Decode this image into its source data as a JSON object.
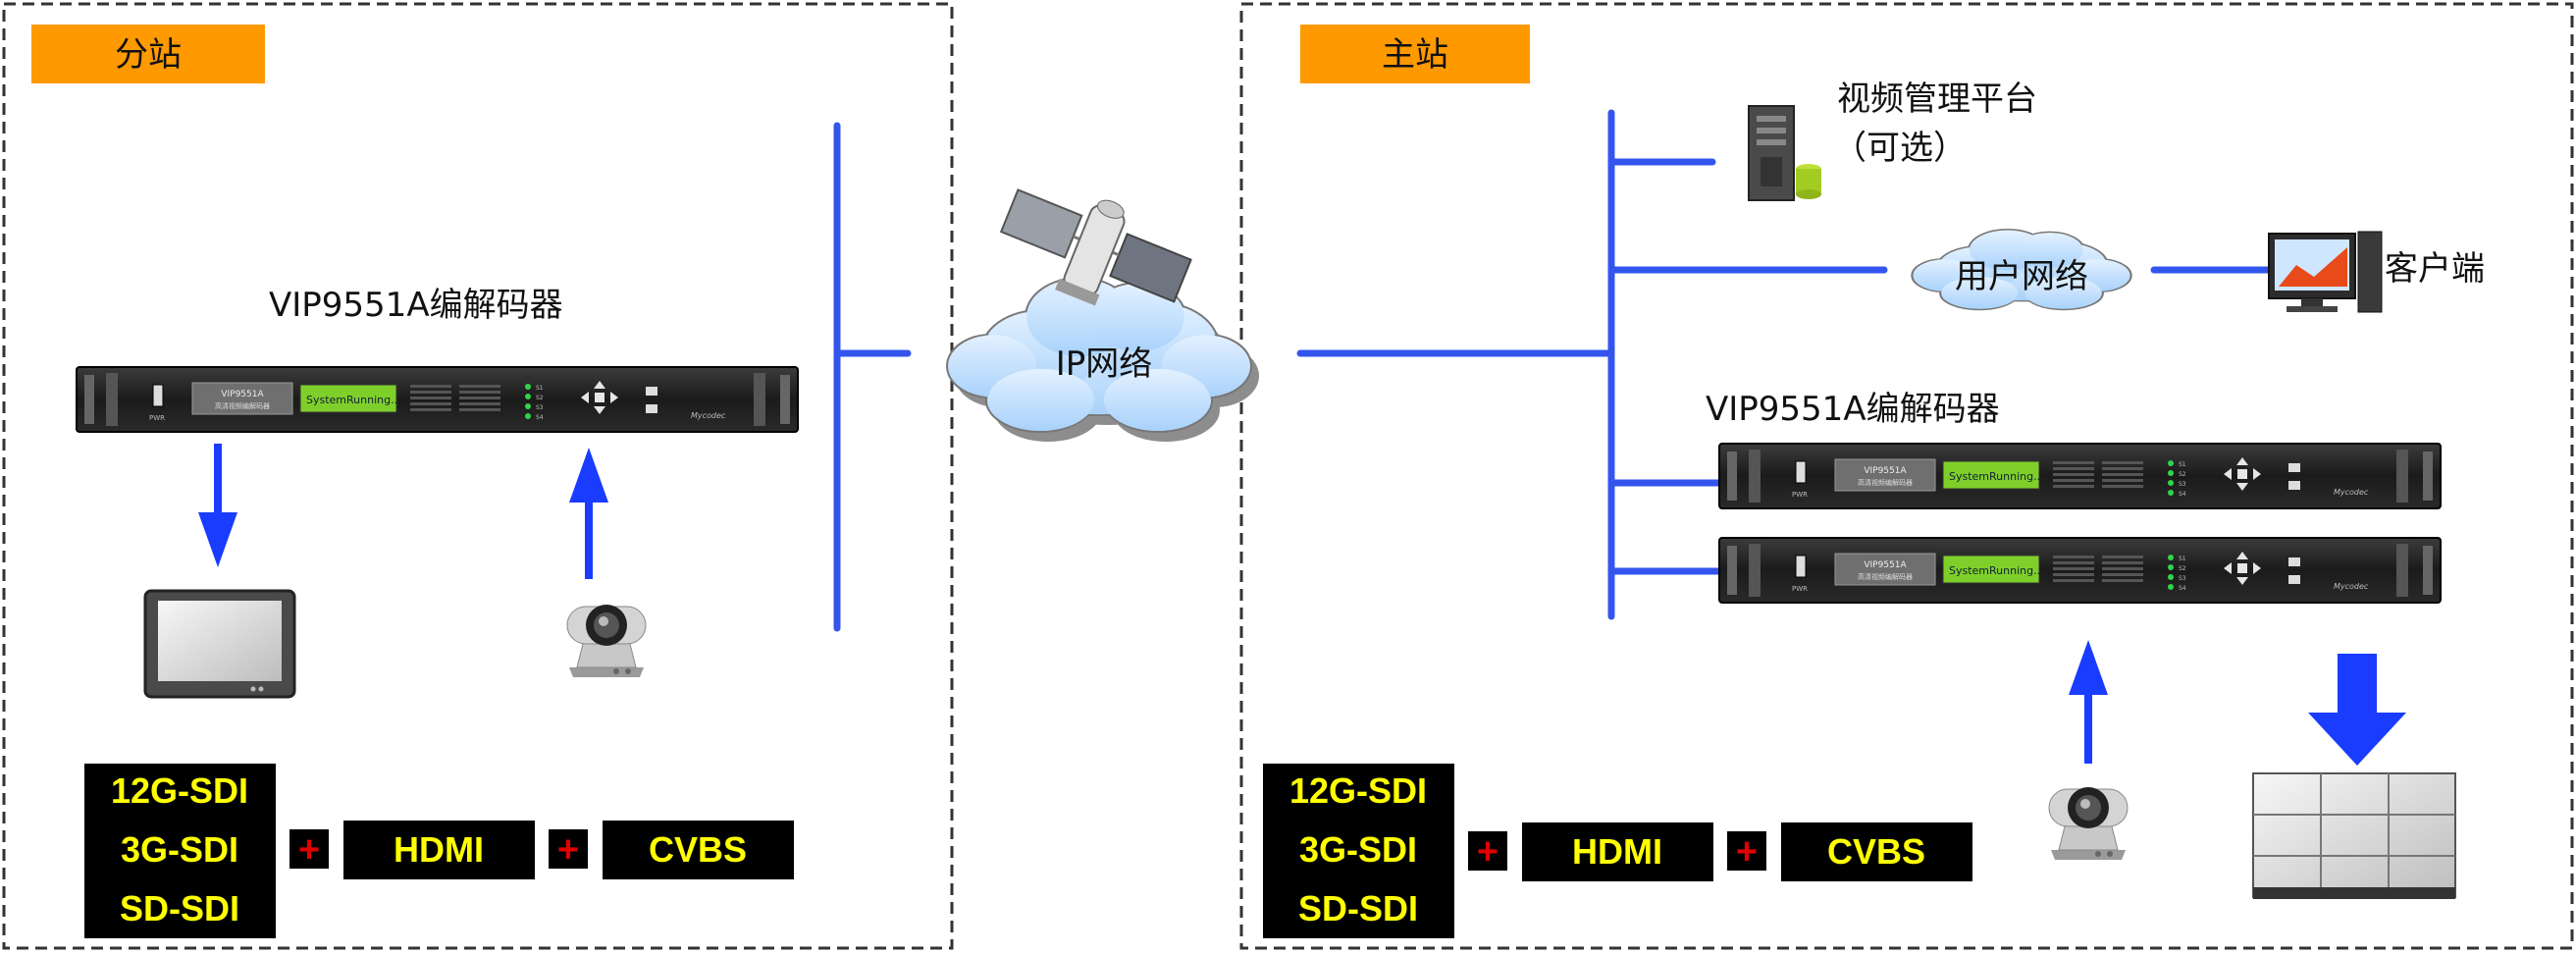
{
  "branch": {
    "station_label": "分站",
    "codec_label": "VIP9551A编解码器"
  },
  "main": {
    "station_label": "主站",
    "codec_label": "VIP9551A编解码器",
    "platform_label_1": "视频管理平台",
    "platform_label_2": "（可选）",
    "user_network_label": "用户网络",
    "client_label": "客户端"
  },
  "network": {
    "ip_network_label": "IP网络"
  },
  "interfaces": {
    "sdi": [
      "12G-SDI",
      "3G-SDI",
      "SD-SDI"
    ],
    "plus": "+",
    "hdmi": "HDMI",
    "cvbs": "CVBS"
  },
  "device_panel": {
    "model": "VIP9551A",
    "subtitle": "高清视频编解码器",
    "lcd": "SystemRunning..",
    "leds": [
      "S1",
      "S2",
      "S3",
      "S4"
    ],
    "pwr": "PWR",
    "brand": "Mycodec"
  },
  "colors": {
    "station_tag": "#FF9900",
    "line": "#3355EE",
    "arrow": "#1A3CFF",
    "cloud": "#BFDFFF",
    "label_bg": "#000000",
    "label_fg": "#FFFF00",
    "plus_bg": "#E00000"
  }
}
